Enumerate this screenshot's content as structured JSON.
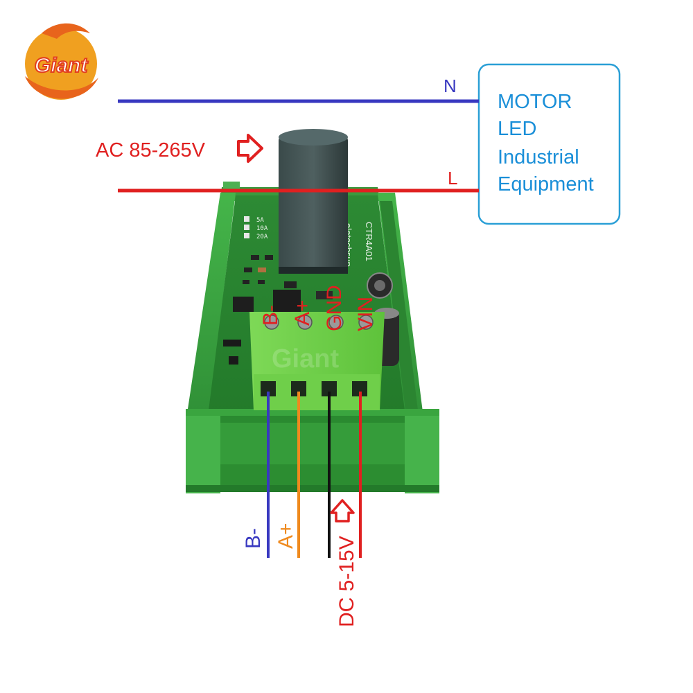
{
  "logo": {
    "brand": "Giant"
  },
  "ac_input": {
    "label": "AC 85-265V"
  },
  "lines": {
    "neutral": "N",
    "live": "L"
  },
  "load_box": {
    "items": [
      "MOTOR",
      "LED",
      "Industrial",
      "Equipment"
    ]
  },
  "board": {
    "brand_text": "eletechsup",
    "model_text": "CTR4A01",
    "range_labels": [
      "5A",
      "10A",
      "20A"
    ],
    "terminal_labels": [
      "B-",
      "A+",
      "GND",
      "VIN"
    ],
    "watermark": "Giant"
  },
  "wires": {
    "b_minus": "B-",
    "a_plus": "A+",
    "dc_label": "DC 5-15V"
  },
  "colors": {
    "neutral": "#3838c0",
    "live": "#e02020",
    "orange": "#ef8a1e",
    "black": "#111111",
    "box_border": "#2a9fd6",
    "box_text": "#1a8fd8",
    "board_green": "#2f8f36",
    "rail_green": "#3aa53f"
  }
}
